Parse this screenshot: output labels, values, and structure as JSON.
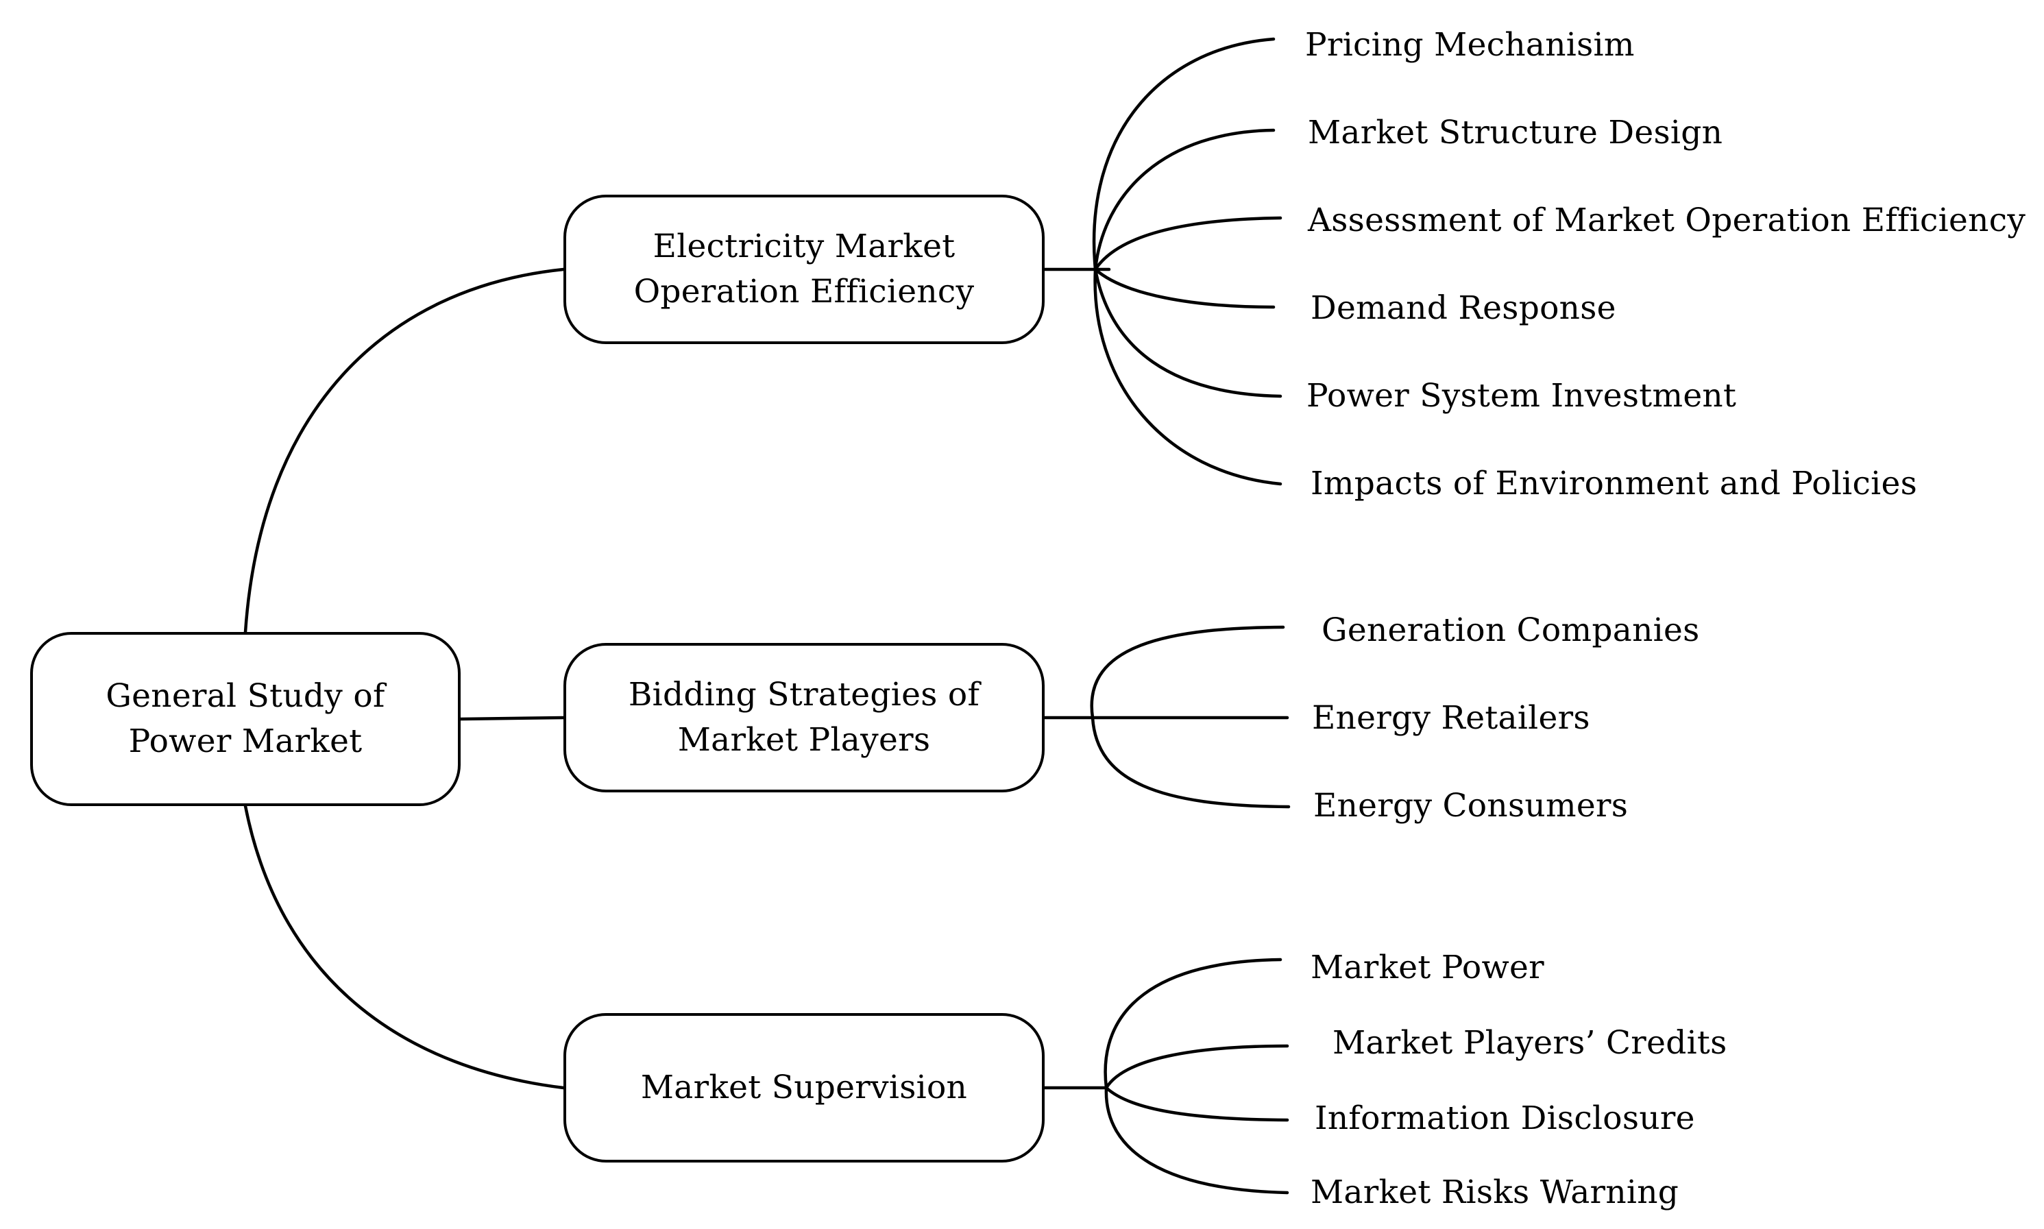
{
  "root": {
    "line1": "General Study of",
    "line2": "Power Market"
  },
  "branches": [
    {
      "line1": "Electricity Market",
      "line2": "Operation Efficiency",
      "leaves": [
        "Pricing Mechanisim",
        "Market Structure Design",
        "Assessment of Market Operation Efficiency",
        "Demand Response",
        "Power System Investment",
        "Impacts of Environment and Policies"
      ]
    },
    {
      "line1": "Bidding Strategies of",
      "line2": "Market Players",
      "leaves": [
        "Generation Companies",
        "Energy Retailers",
        "Energy Consumers"
      ]
    },
    {
      "line1": "Market Supervision",
      "line2": "",
      "leaves": [
        "Market Power",
        "Market Players’ Credits",
        "Information Disclosure",
        "Market Risks Warning"
      ]
    }
  ]
}
